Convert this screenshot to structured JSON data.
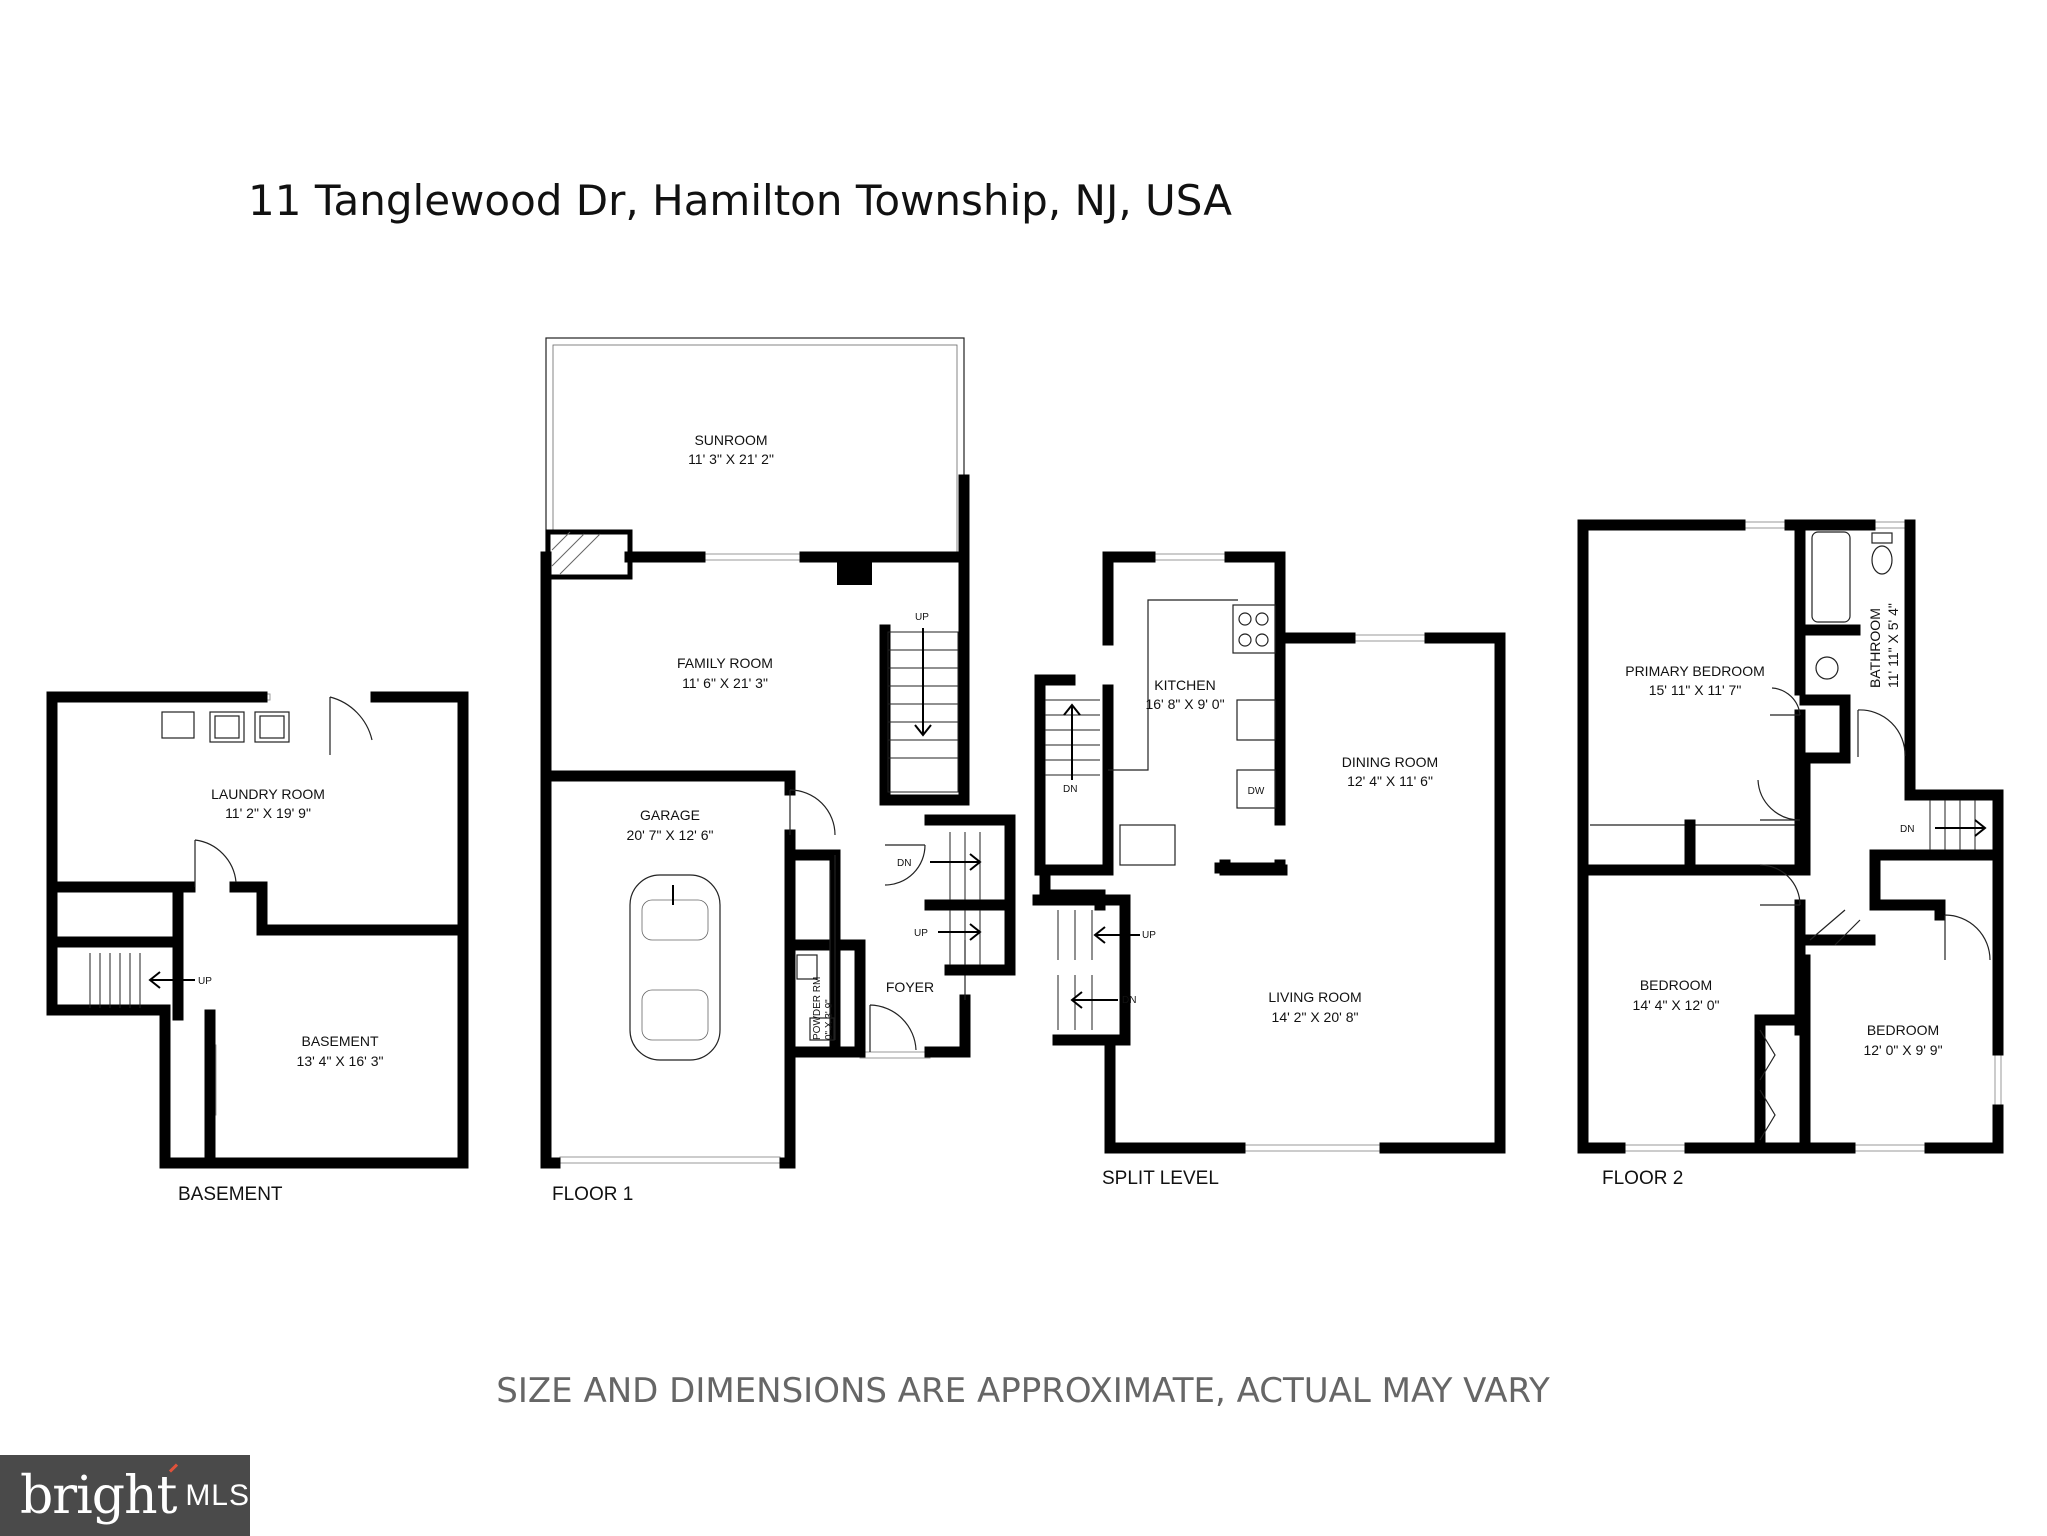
{
  "title": "11 Tanglewood Dr, Hamilton Township, NJ, USA",
  "disclaimer": "SIZE AND DIMENSIONS ARE APPROXIMATE, ACTUAL MAY VARY",
  "floors": {
    "basement": "BASEMENT",
    "floor1": "FLOOR 1",
    "split": "SPLIT LEVEL",
    "floor2": "FLOOR 2"
  },
  "rooms": {
    "laundry": {
      "name": "LAUNDRY ROOM",
      "dims": "11' 2\" X 19' 9\""
    },
    "basement": {
      "name": "BASEMENT",
      "dims": "13' 4\" X 16' 3\""
    },
    "sunroom": {
      "name": "SUNROOM",
      "dims": "11' 3\" X 21' 2\""
    },
    "family": {
      "name": "FAMILY ROOM",
      "dims": "11' 6\" X 21' 3\""
    },
    "garage": {
      "name": "GARAGE",
      "dims": "20' 7\" X 12' 6\""
    },
    "foyer": {
      "name": "FOYER"
    },
    "powder": {
      "name": "POWDER RM",
      "dims": "0\" X 3' 9\""
    },
    "kitchen": {
      "name": "KITCHEN",
      "dims": "16' 8\" X 9' 0\""
    },
    "dining": {
      "name": "DINING ROOM",
      "dims": "12' 4\" X 11' 6\""
    },
    "living": {
      "name": "LIVING ROOM",
      "dims": "14' 2\" X 20' 8\""
    },
    "primary": {
      "name": "PRIMARY BEDROOM",
      "dims": "15' 11\" X 11' 7\""
    },
    "bathroom": {
      "name": "BATHROOM",
      "dims": "11' 11\" X 5' 4\""
    },
    "bedroom1": {
      "name": "BEDROOM",
      "dims": "14' 4\" X 12' 0\""
    },
    "bedroom2": {
      "name": "BEDROOM",
      "dims": "12' 0\" X 9' 9\""
    }
  },
  "stairs": {
    "up": "UP",
    "down": "DN"
  },
  "appliance": {
    "dw": "DW"
  },
  "brand": {
    "word": "bright",
    "suffix": "MLS"
  }
}
